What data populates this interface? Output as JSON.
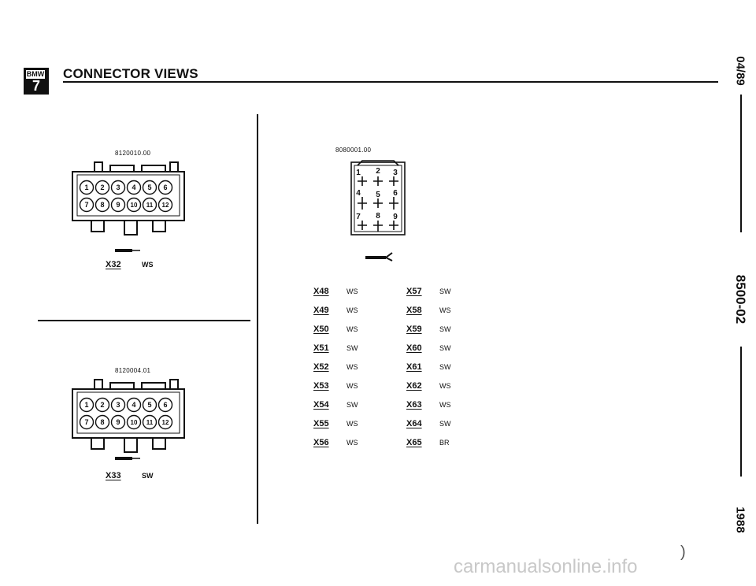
{
  "header": {
    "logo": {
      "brand": "BMW",
      "series": "7"
    },
    "title": "CONNECTOR VIEWS"
  },
  "side_margin": {
    "date": "04/89",
    "code": "8500-02",
    "year": "1988"
  },
  "left_panel": {
    "top": {
      "ref": "8120010.00",
      "pins": [
        "1",
        "2",
        "3",
        "4",
        "5",
        "6",
        "7",
        "8",
        "9",
        "10",
        "11",
        "12"
      ],
      "connector": "X32",
      "color": "WS"
    },
    "bottom": {
      "ref": "8120004.01",
      "pins": [
        "1",
        "2",
        "3",
        "4",
        "5",
        "6",
        "7",
        "8",
        "9",
        "10",
        "11",
        "12"
      ],
      "connector": "X33",
      "color": "SW"
    }
  },
  "right_panel": {
    "ref": "8080001.00",
    "pins": [
      "1",
      "2",
      "3",
      "4",
      "5",
      "6",
      "7",
      "8",
      "9"
    ],
    "list_a": [
      {
        "code": "X48",
        "color": "WS"
      },
      {
        "code": "X49",
        "color": "WS"
      },
      {
        "code": "X50",
        "color": "WS"
      },
      {
        "code": "X51",
        "color": "SW"
      },
      {
        "code": "X52",
        "color": "WS"
      },
      {
        "code": "X53",
        "color": "WS"
      },
      {
        "code": "X54",
        "color": "SW"
      },
      {
        "code": "X55",
        "color": "WS"
      },
      {
        "code": "X56",
        "color": "WS"
      }
    ],
    "list_b": [
      {
        "code": "X57",
        "color": "SW"
      },
      {
        "code": "X58",
        "color": "WS"
      },
      {
        "code": "X59",
        "color": "SW"
      },
      {
        "code": "X60",
        "color": "SW"
      },
      {
        "code": "X61",
        "color": "SW"
      },
      {
        "code": "X62",
        "color": "WS"
      },
      {
        "code": "X63",
        "color": "WS"
      },
      {
        "code": "X64",
        "color": "SW"
      },
      {
        "code": "X65",
        "color": "BR"
      }
    ]
  },
  "footer": {
    "watermark": "carmanualsonline.info",
    "paren": ")"
  }
}
